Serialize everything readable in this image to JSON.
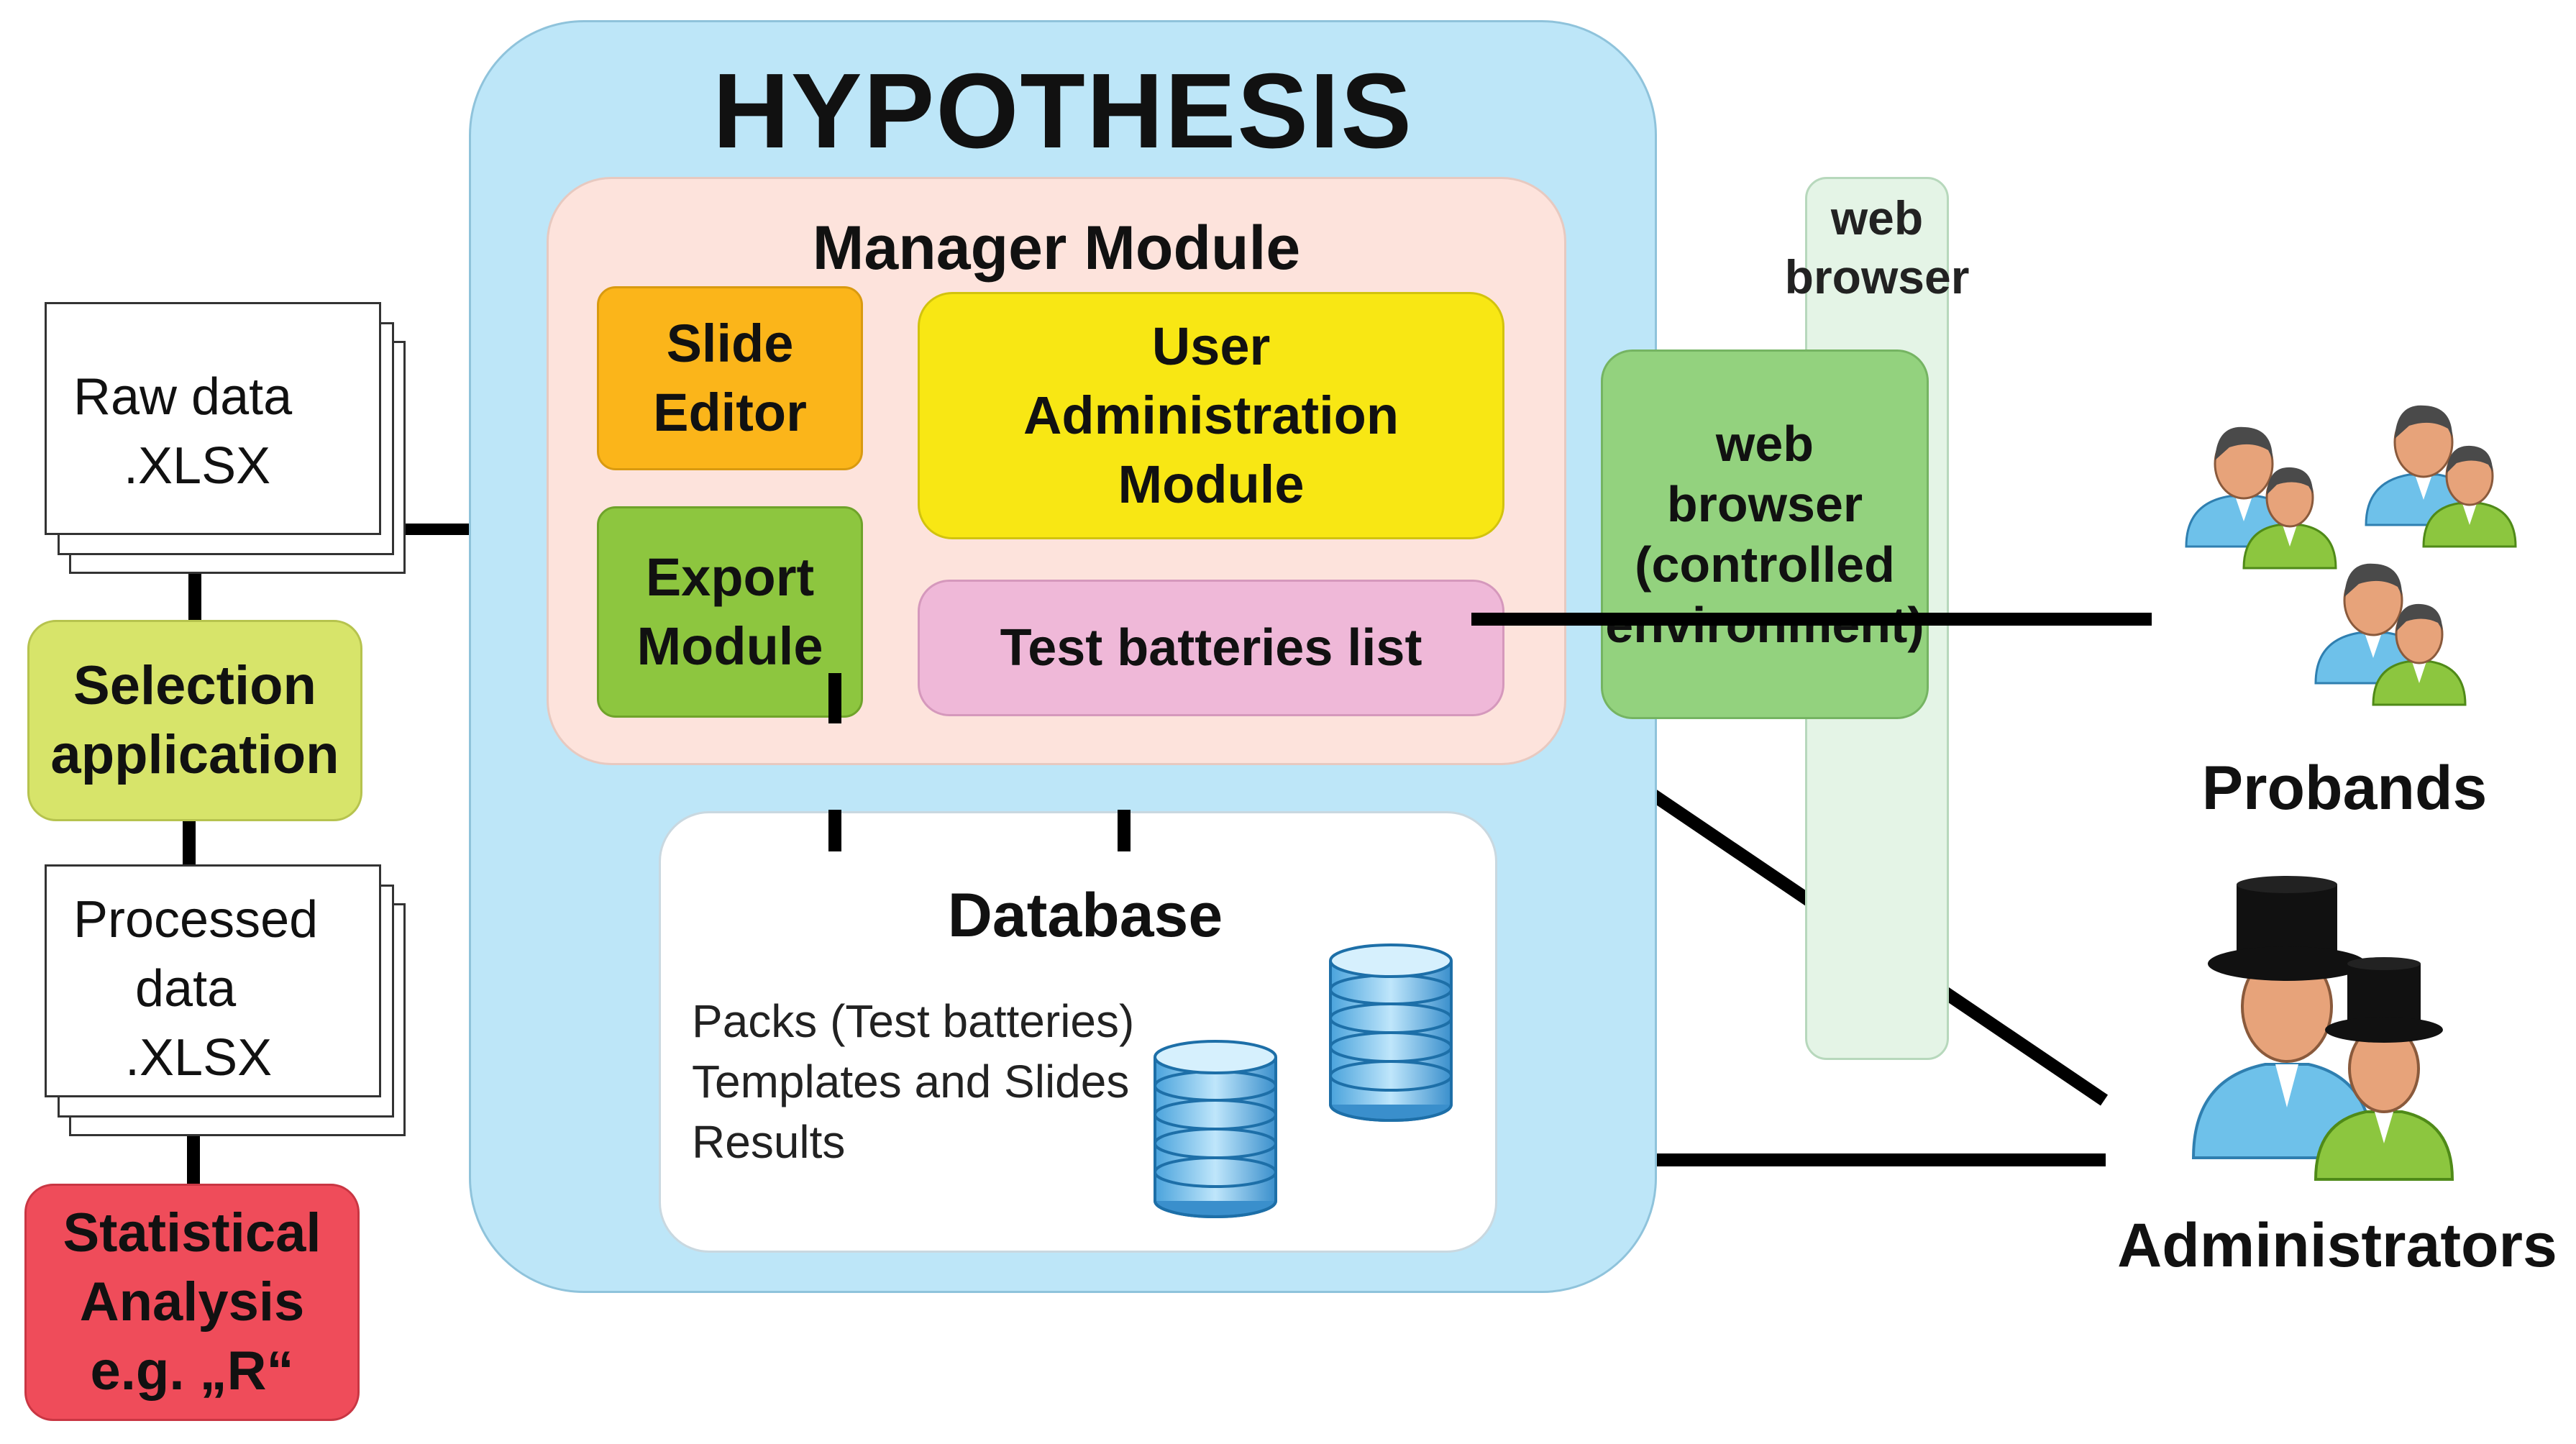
{
  "hypothesis": {
    "title": "HYPOTHESIS",
    "color": "#bde6f8"
  },
  "manager_module": {
    "title": "Manager Module",
    "slide_editor": [
      "Slide",
      "Editor"
    ],
    "user_administration": [
      "User",
      "Administration",
      "Module"
    ],
    "export_module": [
      "Export",
      "Module"
    ],
    "test_batteries": "Test batteries list"
  },
  "database": {
    "title": "Database",
    "items": [
      "Packs (Test batteries)",
      "Templates and Slides",
      "Results"
    ],
    "icon": "database-icon"
  },
  "web_browser": {
    "column_label": [
      "web",
      "browser"
    ],
    "controlled_label": [
      "web",
      "browser",
      "(controlled",
      "environment)"
    ]
  },
  "left_column": {
    "raw_data": [
      "Raw data",
      ".XLSX"
    ],
    "selection_application": [
      "Selection",
      "application"
    ],
    "processed_data": [
      "Processed",
      "data",
      ".XLSX"
    ],
    "statistical_analysis": [
      "Statistical",
      "Analysis",
      "e.g. „R“"
    ]
  },
  "actors": {
    "probands": "Probands",
    "administrators": "Administrators",
    "probands_icon": "user-group-icon",
    "administrators_icon": "admin-group-icon"
  },
  "colors": {
    "slide_editor": "#fbb51a",
    "user_administration": "#f8e714",
    "export_module": "#8dc63f",
    "test_batteries": "#efb8d8",
    "manager_module": "#fde3dc",
    "web_browser_controlled": "#93d27e",
    "selection_application": "#d7e46a",
    "statistical_analysis": "#ef4c5a"
  }
}
